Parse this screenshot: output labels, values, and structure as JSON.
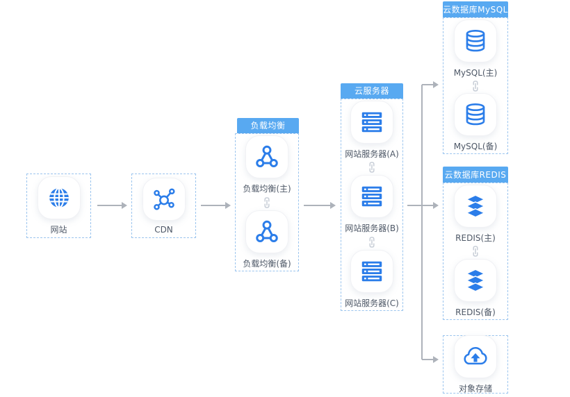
{
  "diagram": {
    "nodes": {
      "website": {
        "label": "网站",
        "icon": "globe-icon"
      },
      "cdn": {
        "label": "CDN",
        "icon": "network-hub-icon"
      },
      "object_storage": {
        "label": "对象存储",
        "icon": "cloud-upload-icon"
      }
    },
    "groups": {
      "load_balancer": {
        "title": "负载均衡",
        "items": [
          {
            "label": "负载均衡(主)",
            "icon": "load-balancer-icon"
          },
          {
            "label": "负载均衡(备)",
            "icon": "load-balancer-icon"
          }
        ]
      },
      "cloud_server": {
        "title": "云服务器",
        "items": [
          {
            "label": "网站服务器(A)",
            "icon": "server-rack-icon"
          },
          {
            "label": "网站服务器(B)",
            "icon": "server-rack-icon"
          },
          {
            "label": "网站服务器(C)",
            "icon": "server-rack-icon"
          }
        ]
      },
      "mysql": {
        "title": "云数据库MySQL",
        "items": [
          {
            "label": "MySQL(主)",
            "icon": "database-icon"
          },
          {
            "label": "MySQL(备)",
            "icon": "database-icon"
          }
        ]
      },
      "redis": {
        "title": "云数据库REDIS",
        "items": [
          {
            "label": "REDIS(主)",
            "icon": "layer-stack-icon"
          },
          {
            "label": "REDIS(备)",
            "icon": "layer-stack-icon"
          }
        ]
      }
    }
  },
  "colors": {
    "icon_blue": "#2b7de9",
    "header_blue": "#58a9f1",
    "dashed_border": "#9ac4ee",
    "arrow_gray": "#adb2ba",
    "label_text": "#4d5766"
  }
}
